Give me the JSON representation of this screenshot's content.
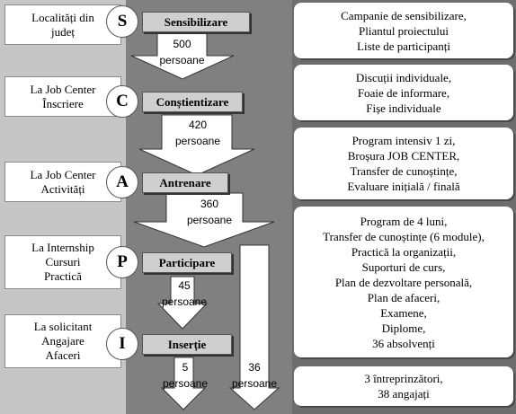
{
  "left_labels": [
    [
      "Localități din",
      "județ"
    ],
    [
      "La Job Center",
      "Înscriere"
    ],
    [
      "La Job Center",
      "Activități"
    ],
    [
      "La Internship",
      "Cursuri",
      "Practică"
    ],
    [
      "La solicitant",
      "Angajare",
      "Afaceri"
    ]
  ],
  "stages": [
    {
      "letter": "S",
      "label": "Sensibilizare"
    },
    {
      "letter": "C",
      "label": "Conștientizare"
    },
    {
      "letter": "A",
      "label": "Antrenare"
    },
    {
      "letter": "P",
      "label": "Participare"
    },
    {
      "letter": "I",
      "label": "Inserție"
    }
  ],
  "flows": [
    {
      "count": "500",
      "unit": "persoane"
    },
    {
      "count": "420",
      "unit": "persoane"
    },
    {
      "count": "360",
      "unit": "persoane"
    },
    {
      "count": "45",
      "unit": "persoane"
    },
    {
      "count": "5",
      "unit": "persoane"
    },
    {
      "count": "36",
      "unit": "persoane"
    }
  ],
  "activities": [
    [
      "Campanie de sensibilizare,",
      "Pliantul proiectului",
      "Liste de participanți"
    ],
    [
      "Discuții individuale,",
      "Foaie de informare,",
      "Fișe individuale"
    ],
    [
      "Program intensiv 1 zi,",
      "Broșura JOB CENTER,",
      "Transfer de cunoștințe,",
      "Evaluare inițială / finală"
    ],
    [
      "Program de 4 luni,",
      "Transfer de cunoștințe (6 module),",
      "Practică la organizații,",
      "Suporturi de curs,",
      "Plan de dezvoltare personală,",
      "Plan de afaceri,",
      "Examene,",
      "Diplome,",
      "36 absolvenți"
    ],
    [
      "3 întreprinzători,",
      "38 angajați"
    ]
  ]
}
